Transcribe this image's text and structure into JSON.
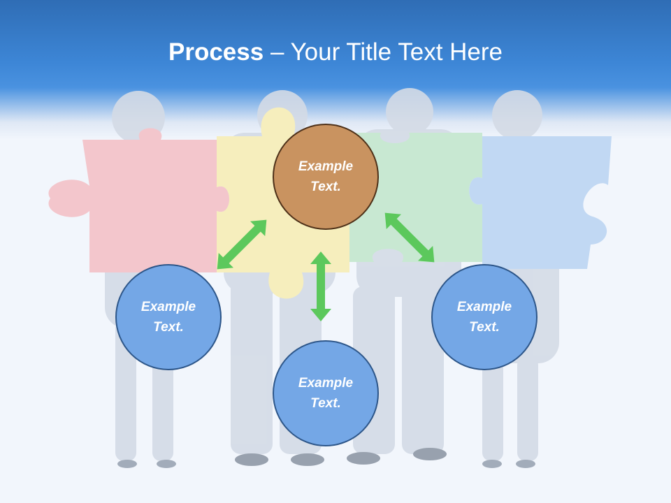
{
  "slide": {
    "title_bold": "Process",
    "title_rest": " – Your Title Text Here"
  },
  "circles": {
    "top": {
      "line1": "Example",
      "line2": "Text."
    },
    "left": {
      "line1": "Example",
      "line2": "Text."
    },
    "bottom": {
      "line1": "Example",
      "line2": "Text."
    },
    "right": {
      "line1": "Example",
      "line2": "Text."
    }
  },
  "colors": {
    "header_blue": "#3d86d6",
    "circle_blue": "#74a7e6",
    "circle_brown": "#c99360",
    "arrow_green": "#5cc85c",
    "puzzle_red": "#f3c6cc",
    "puzzle_yellow": "#f6eebd",
    "puzzle_green": "#c8e8d2",
    "puzzle_blue": "#c1d8f3"
  },
  "icons": [
    "double-arrow-icon"
  ]
}
